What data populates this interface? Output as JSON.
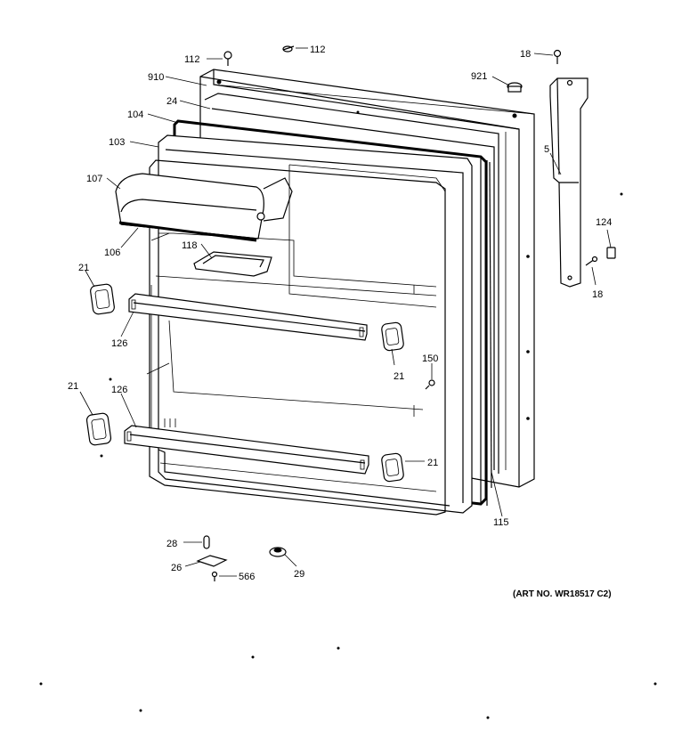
{
  "diagram": {
    "art_number": "(ART NO. WR18517 C2)",
    "parts": {
      "p112_left": "112",
      "p112_right": "112",
      "p910": "910",
      "p24": "24",
      "p104": "104",
      "p103": "103",
      "p107": "107",
      "p106": "106",
      "p118": "118",
      "p21_upper_left": "21",
      "p126_upper": "126",
      "p21_inner_upper": "21",
      "p150": "150",
      "p21_lower_left": "21",
      "p126_lower": "126",
      "p21_inner_lower": "21",
      "p115": "115",
      "p921": "921",
      "p18_top": "18",
      "p5": "5",
      "p124": "124",
      "p18_side": "18",
      "p28": "28",
      "p26": "26",
      "p566": "566",
      "p29": "29"
    }
  }
}
